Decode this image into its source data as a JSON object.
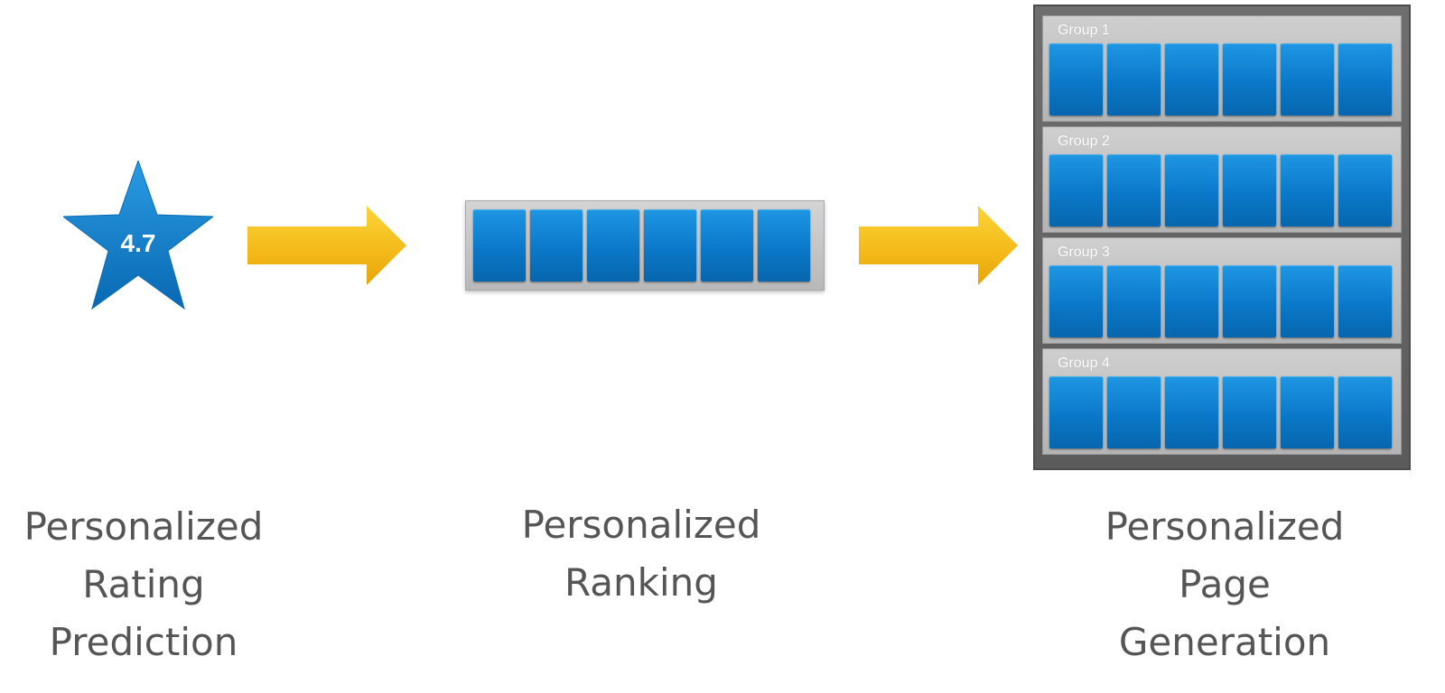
{
  "rating": {
    "value": "4.7",
    "color": "#0a78c8"
  },
  "arrows": {
    "color": "#f5c11d",
    "icon": "right-arrow-icon"
  },
  "ranking": {
    "item_count": 6,
    "tile_color": "#0a78c8"
  },
  "page": {
    "groups": [
      {
        "label": "Group 1",
        "item_count": 6
      },
      {
        "label": "Group 2",
        "item_count": 6
      },
      {
        "label": "Group 3",
        "item_count": 6
      },
      {
        "label": "Group 4",
        "item_count": 6
      }
    ]
  },
  "stages": [
    {
      "lines": [
        "Personalized",
        "Rating",
        "Prediction"
      ]
    },
    {
      "lines": [
        "Personalized",
        "Ranking"
      ]
    },
    {
      "lines": [
        "Personalized",
        "Page",
        "Generation"
      ]
    }
  ]
}
